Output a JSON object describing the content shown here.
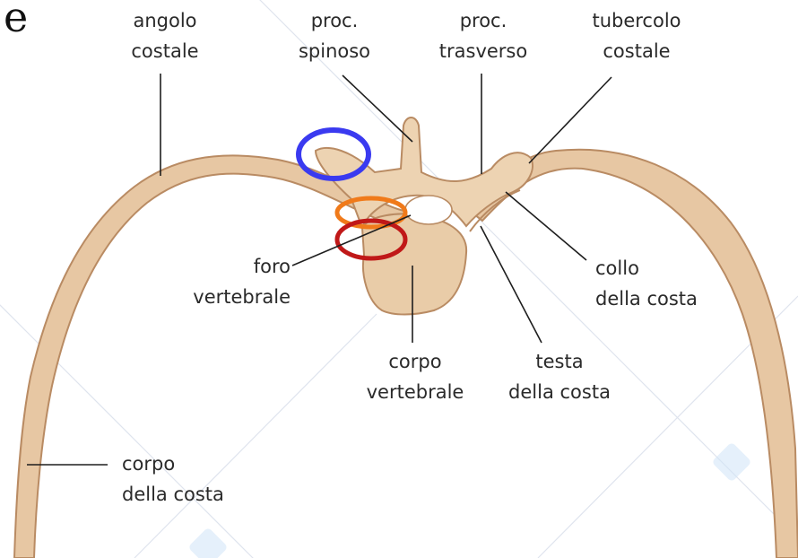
{
  "corner_letter": "e",
  "labels": {
    "angolo_costale": [
      "angolo",
      "costale"
    ],
    "proc_spinoso": [
      "proc.",
      "spinoso"
    ],
    "proc_trasverso": [
      "proc.",
      "trasverso"
    ],
    "tubercolo_costale": [
      "tubercolo",
      "costale"
    ],
    "foro_vertebrale": [
      "foro",
      "vertebrale"
    ],
    "collo_della_costa": [
      "collo",
      "della costa"
    ],
    "corpo_vertebrale": [
      "corpo",
      "vertebrale"
    ],
    "testa_della_costa": [
      "testa",
      "della costa"
    ],
    "corpo_della_costa": [
      "corpo",
      "della costa"
    ]
  },
  "colors": {
    "bone": "#e7c7a3",
    "bone_outline": "#b98b63",
    "highlight_blue": "#3a3af0",
    "highlight_orange": "#f07a1a",
    "highlight_red": "#c01818"
  }
}
